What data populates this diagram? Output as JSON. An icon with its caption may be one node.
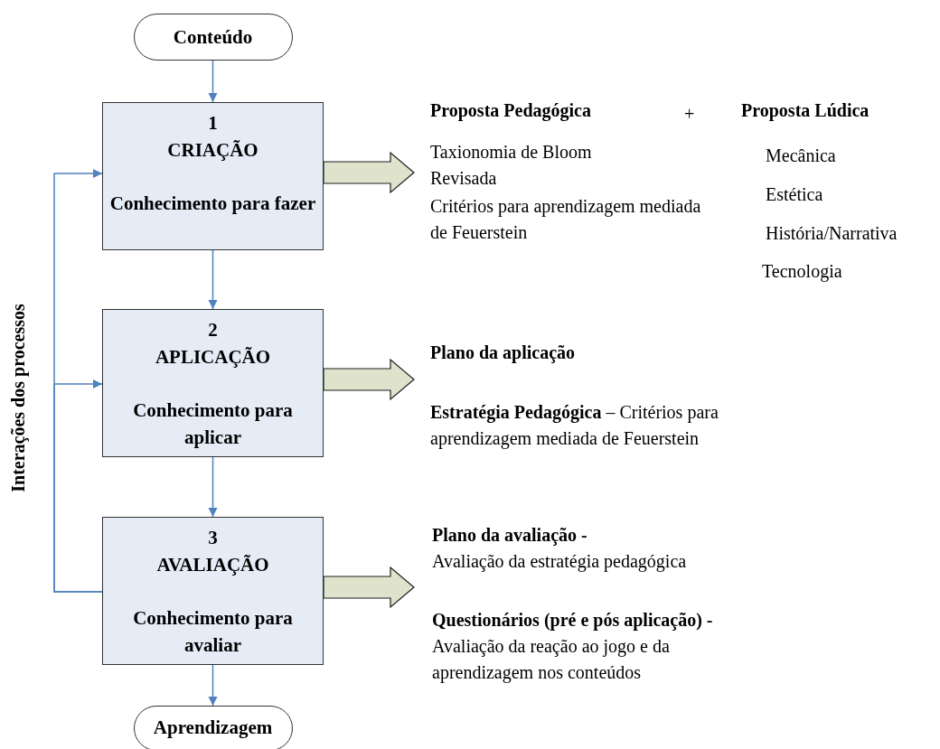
{
  "diagram": {
    "nodes": [
      {
        "text": [
          "Conteúdo"
        ]
      },
      {
        "text": [
          "1",
          "CRIAÇÃO",
          "Conhecimento para fazer"
        ]
      },
      {
        "text": [
          "2",
          "APLICAÇÃO",
          "Conhecimento para aplicar"
        ]
      },
      {
        "text": [
          "3",
          "AVALIAÇÃO",
          "Conhecimento para avaliar"
        ]
      },
      {
        "text": [
          "Aprendizagem"
        ]
      },
      {
        "text": [
          "Proposta Pedagógica",
          "+",
          "Proposta Lúdica",
          "Taxionomia de Bloom Revisada",
          "Critérios para aprendizagem mediada de Feuerstein",
          "Mecânica",
          "Estética",
          "História/Narrativa",
          "Tecnologia"
        ]
      },
      {
        "text": [
          "Plano da aplicação",
          "**Estratégia Pedagógica** – Critérios para aprendizagem mediada de Feuerstein"
        ]
      },
      {
        "text": [
          "**Plano da avaliação -** Avaliação da estratégia pedagógica",
          "**Questionários (pré e pós aplicação) -** Avaliação da reação ao jogo e da aprendizagem nos conteúdos"
        ]
      }
    ],
    "edges": [
      {
        "from": 0,
        "to": 1,
        "arrow": "to"
      },
      {
        "from": 1,
        "to": 2,
        "arrow": "to"
      },
      {
        "from": 2,
        "to": 3,
        "arrow": "to"
      },
      {
        "from": 3,
        "to": 4,
        "arrow": "to"
      },
      {
        "from": 3,
        "to": 1,
        "arrow": "to"
      },
      {
        "from": 3,
        "to": 2,
        "arrow": "to"
      },
      {
        "from": 1,
        "to": 5,
        "arrow": "to",
        "style": "thick"
      },
      {
        "from": 2,
        "to": 6,
        "arrow": "to",
        "style": "thick"
      },
      {
        "from": 3,
        "to": 7,
        "arrow": "to",
        "style": "thick"
      }
    ],
    "labels": [
      "Interações dos processos"
    ]
  }
}
